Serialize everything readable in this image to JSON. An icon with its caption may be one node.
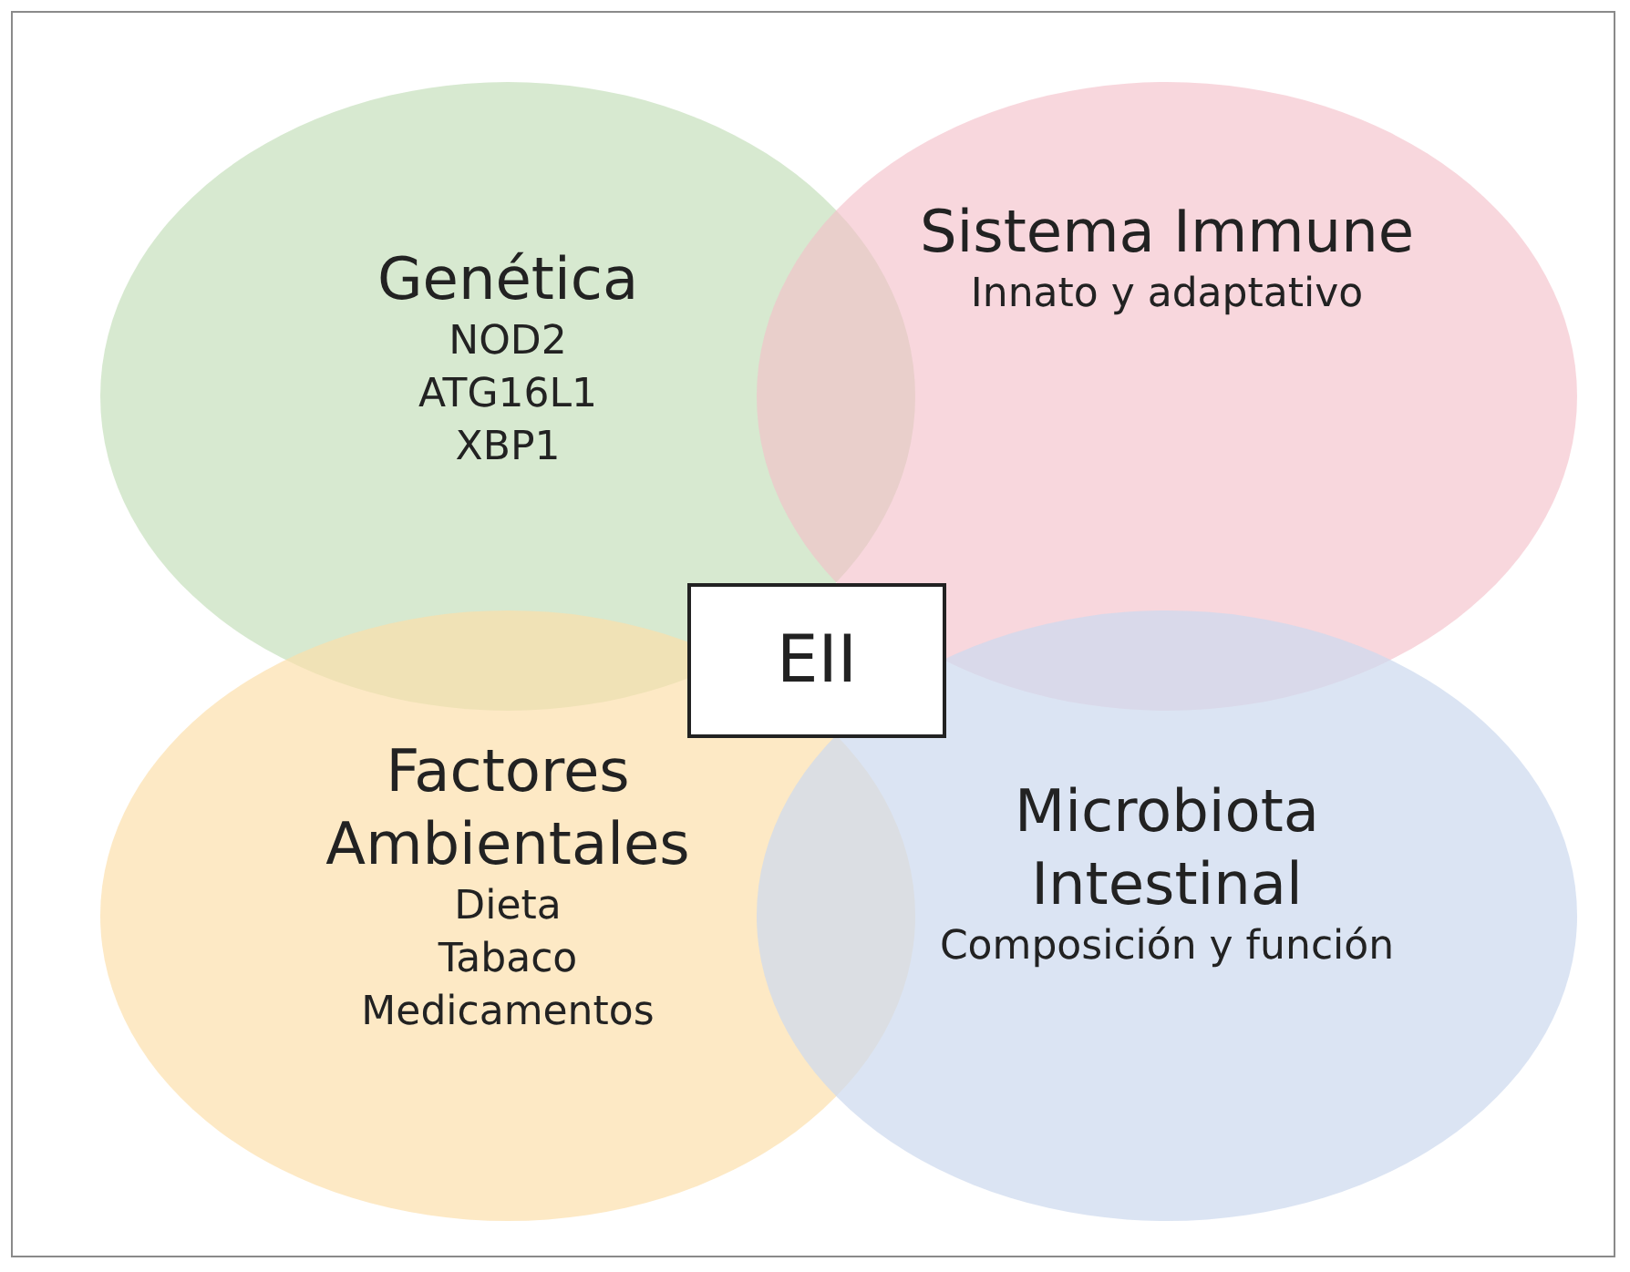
{
  "diagram": {
    "nodes": [
      {
        "text": [
          "Genética",
          "NOD2",
          "ATG16L1",
          "XBP1"
        ]
      },
      {
        "text": [
          "Sistema Immune",
          "Innato y adaptativo"
        ]
      },
      {
        "text": [
          "Factores Ambientales",
          "Dieta",
          "Tabaco",
          "Medicamentos"
        ]
      },
      {
        "text": [
          "Microbiota Intestinal",
          "Composición y función"
        ]
      },
      {
        "text": [
          "EII"
        ]
      }
    ],
    "edges": []
  }
}
